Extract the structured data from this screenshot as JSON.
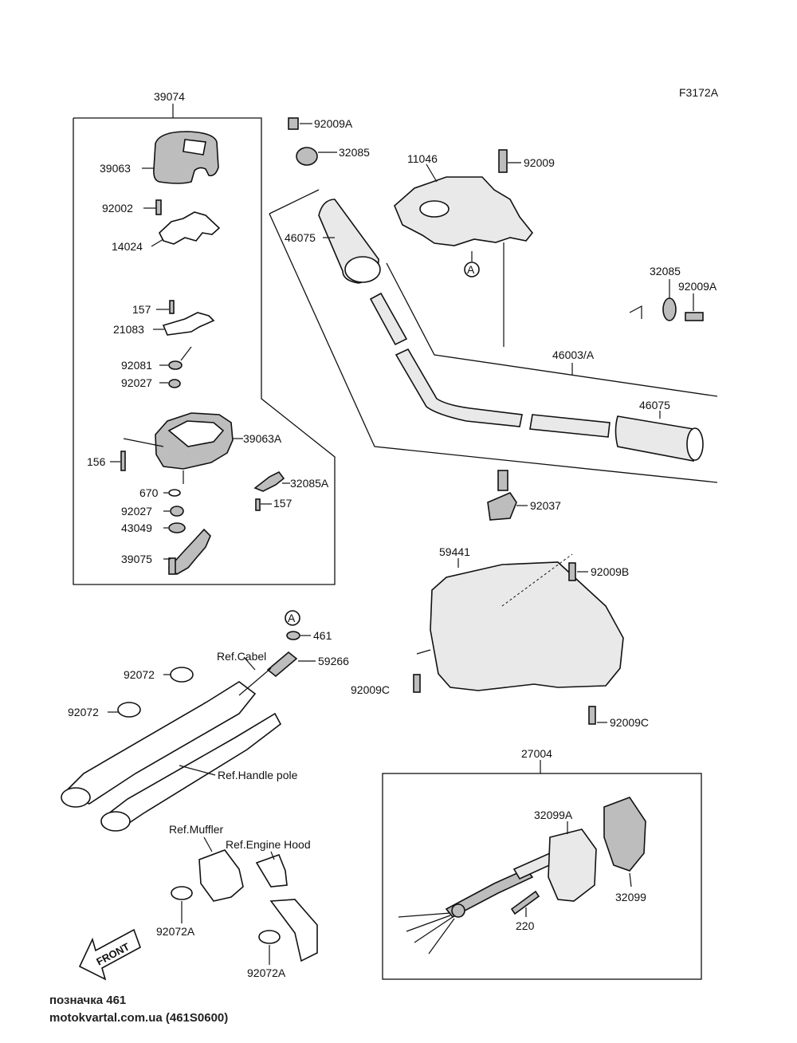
{
  "figure_code": "F3172A",
  "group_labels": {
    "handle_switch_assy": "39074",
    "handlebar": "46003/A",
    "handle_cover": "59441",
    "harness_assy": "27004"
  },
  "part_labels": [
    {
      "id": "p39063",
      "text": "39063"
    },
    {
      "id": "p92002",
      "text": "92002"
    },
    {
      "id": "p14024",
      "text": "14024"
    },
    {
      "id": "p157a",
      "text": "157"
    },
    {
      "id": "p21083",
      "text": "21083"
    },
    {
      "id": "p92081",
      "text": "92081"
    },
    {
      "id": "p92027a",
      "text": "92027"
    },
    {
      "id": "p39063A",
      "text": "39063A"
    },
    {
      "id": "p156",
      "text": "156"
    },
    {
      "id": "p670",
      "text": "670"
    },
    {
      "id": "p32085A",
      "text": "32085A"
    },
    {
      "id": "p157b",
      "text": "157"
    },
    {
      "id": "p92027b",
      "text": "92027"
    },
    {
      "id": "p43049",
      "text": "43049"
    },
    {
      "id": "p39075",
      "text": "39075"
    },
    {
      "id": "p92009Aa",
      "text": "92009A"
    },
    {
      "id": "p32085a",
      "text": "32085"
    },
    {
      "id": "p11046",
      "text": "11046"
    },
    {
      "id": "p92009",
      "text": "92009"
    },
    {
      "id": "p46075a",
      "text": "46075"
    },
    {
      "id": "p32085b",
      "text": "32085"
    },
    {
      "id": "p92009Ab",
      "text": "92009A"
    },
    {
      "id": "p46075b",
      "text": "46075"
    },
    {
      "id": "p92037",
      "text": "92037"
    },
    {
      "id": "p92009B",
      "text": "92009B"
    },
    {
      "id": "p461",
      "text": "461"
    },
    {
      "id": "p59266",
      "text": "59266"
    },
    {
      "id": "p92009Ca",
      "text": "92009C"
    },
    {
      "id": "p92009Cb",
      "text": "92009C"
    },
    {
      "id": "p92072a",
      "text": "92072"
    },
    {
      "id": "p92072b",
      "text": "92072"
    },
    {
      "id": "p32099A",
      "text": "32099A"
    },
    {
      "id": "p32099",
      "text": "32099"
    },
    {
      "id": "p220",
      "text": "220"
    },
    {
      "id": "p92072Aa",
      "text": "92072A"
    },
    {
      "id": "p92072Ab",
      "text": "92072A"
    }
  ],
  "reference_labels": {
    "cable": "Ref.Cabel",
    "handle_pole": "Ref.Handle pole",
    "muffler": "Ref.Muffler",
    "engine_hood": "Ref.Engine Hood"
  },
  "callout_marker": "A",
  "front_arrow": "FRONT",
  "footer": {
    "line1": "позначка 461",
    "line2": "motokvartal.com.ua (461S0600)"
  }
}
